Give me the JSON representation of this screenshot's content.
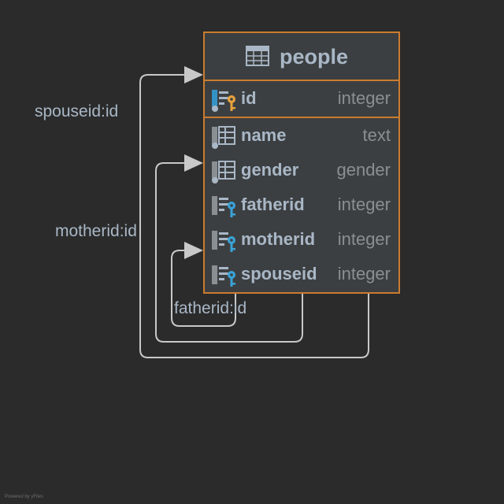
{
  "table": {
    "name": "people",
    "icon": "table-icon",
    "primary_key": {
      "name": "id",
      "type": "integer",
      "icon": "primary-key-column-icon"
    },
    "columns": [
      {
        "name": "name",
        "type": "text",
        "icon": "column-icon"
      },
      {
        "name": "gender",
        "type": "gender",
        "icon": "column-icon"
      },
      {
        "name": "fatherid",
        "type": "integer",
        "icon": "foreign-key-column-icon"
      },
      {
        "name": "motherid",
        "type": "integer",
        "icon": "foreign-key-column-icon"
      },
      {
        "name": "spouseid",
        "type": "integer",
        "icon": "foreign-key-column-icon"
      }
    ]
  },
  "relations": [
    {
      "label": "spouseid:id",
      "from": "spouseid",
      "to": "id"
    },
    {
      "label": "motherid:id",
      "from": "motherid",
      "to": "gender"
    },
    {
      "label": "fatherid:id",
      "from": "fatherid",
      "to": "motherid"
    }
  ],
  "footer": "Powered by yFiles",
  "colors": {
    "background": "#2b2b2b",
    "table_border": "#c97c2f",
    "text": "#a9b7c6",
    "type_text": "#8a8f94",
    "pk_key": "#e8a33c",
    "fk_key": "#3aa3d8",
    "edge": "#c8c8c8"
  }
}
